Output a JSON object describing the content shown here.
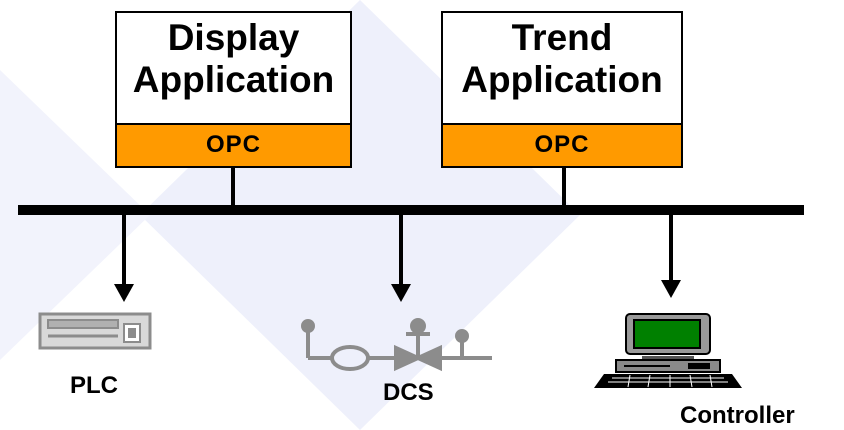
{
  "apps": [
    {
      "title_line1": "Display",
      "title_line2": "Application",
      "interface": "OPC"
    },
    {
      "title_line1": "Trend",
      "title_line2": "Application",
      "interface": "OPC"
    }
  ],
  "devices": [
    {
      "label": "PLC",
      "icon": "plc-icon"
    },
    {
      "label": "DCS",
      "icon": "valve-icon"
    },
    {
      "label": "Controller",
      "icon": "computer-icon"
    }
  ],
  "colors": {
    "opc": "#ff9a00",
    "watermark": "#eef0fb",
    "screen": "#008000",
    "device_gray": "#8c8c8c"
  }
}
